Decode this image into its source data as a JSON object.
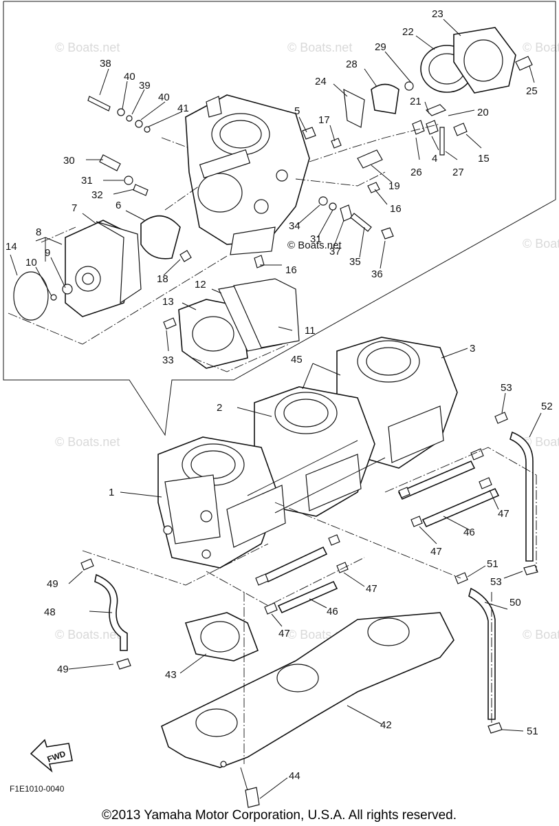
{
  "diagram": {
    "watermark": "© Boats.net",
    "center_watermark": "© Boats.net",
    "figure_code": "F1E1010-0040",
    "fwd_label": "FWD",
    "copyright": "©2013 Yamaha Motor Corporation, U.S.A. All rights reserved."
  },
  "callouts": [
    {
      "id": "c1",
      "text": "1"
    },
    {
      "id": "c2",
      "text": "2"
    },
    {
      "id": "c3",
      "text": "3"
    },
    {
      "id": "c4",
      "text": "4"
    },
    {
      "id": "c5",
      "text": "5"
    },
    {
      "id": "c6",
      "text": "6"
    },
    {
      "id": "c7",
      "text": "7"
    },
    {
      "id": "c8",
      "text": "8"
    },
    {
      "id": "c9",
      "text": "9"
    },
    {
      "id": "c10",
      "text": "10"
    },
    {
      "id": "c11",
      "text": "11"
    },
    {
      "id": "c12",
      "text": "12"
    },
    {
      "id": "c13",
      "text": "13"
    },
    {
      "id": "c14",
      "text": "14"
    },
    {
      "id": "c15",
      "text": "15"
    },
    {
      "id": "c16a",
      "text": "16"
    },
    {
      "id": "c16b",
      "text": "16"
    },
    {
      "id": "c17",
      "text": "17"
    },
    {
      "id": "c18",
      "text": "18"
    },
    {
      "id": "c19",
      "text": "19"
    },
    {
      "id": "c20",
      "text": "20"
    },
    {
      "id": "c21",
      "text": "21"
    },
    {
      "id": "c22",
      "text": "22"
    },
    {
      "id": "c23",
      "text": "23"
    },
    {
      "id": "c24",
      "text": "24"
    },
    {
      "id": "c25",
      "text": "25"
    },
    {
      "id": "c26",
      "text": "26"
    },
    {
      "id": "c27",
      "text": "27"
    },
    {
      "id": "c28",
      "text": "28"
    },
    {
      "id": "c29",
      "text": "29"
    },
    {
      "id": "c30",
      "text": "30"
    },
    {
      "id": "c31a",
      "text": "31"
    },
    {
      "id": "c31b",
      "text": "31"
    },
    {
      "id": "c32",
      "text": "32"
    },
    {
      "id": "c33",
      "text": "33"
    },
    {
      "id": "c34",
      "text": "34"
    },
    {
      "id": "c35",
      "text": "35"
    },
    {
      "id": "c36",
      "text": "36"
    },
    {
      "id": "c37",
      "text": "37"
    },
    {
      "id": "c38",
      "text": "38"
    },
    {
      "id": "c39",
      "text": "39"
    },
    {
      "id": "c40a",
      "text": "40"
    },
    {
      "id": "c40b",
      "text": "40"
    },
    {
      "id": "c41",
      "text": "41"
    },
    {
      "id": "c42",
      "text": "42"
    },
    {
      "id": "c43",
      "text": "43"
    },
    {
      "id": "c44",
      "text": "44"
    },
    {
      "id": "c45",
      "text": "45"
    },
    {
      "id": "c46a",
      "text": "46"
    },
    {
      "id": "c46b",
      "text": "46"
    },
    {
      "id": "c47a",
      "text": "47"
    },
    {
      "id": "c47b",
      "text": "47"
    },
    {
      "id": "c47c",
      "text": "47"
    },
    {
      "id": "c47d",
      "text": "47"
    },
    {
      "id": "c48",
      "text": "48"
    },
    {
      "id": "c49a",
      "text": "49"
    },
    {
      "id": "c49b",
      "text": "49"
    },
    {
      "id": "c50",
      "text": "50"
    },
    {
      "id": "c51a",
      "text": "51"
    },
    {
      "id": "c51b",
      "text": "51"
    },
    {
      "id": "c52",
      "text": "52"
    },
    {
      "id": "c53a",
      "text": "53"
    },
    {
      "id": "c53b",
      "text": "53"
    }
  ]
}
